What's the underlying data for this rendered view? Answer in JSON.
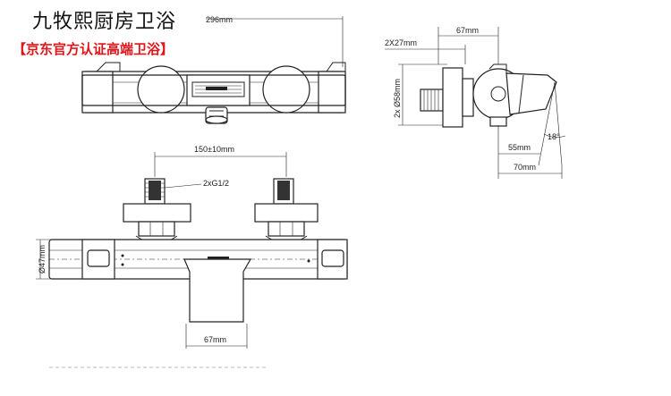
{
  "header": {
    "store_name": "九牧熙厨房卫浴",
    "store_badge": "【京东官方认证高端卫浴】"
  },
  "dimensions": {
    "overall_length": "296mm",
    "outlet_width_side": "67mm",
    "inlet_thread_side": "2X27mm",
    "diameter_side": "2x Ø58mm",
    "handle_depth": "55mm",
    "total_depth": "70mm",
    "handle_angle": "18°",
    "center_distance": "150±10mm",
    "inlet_thread_front": "2xG1/2",
    "body_diameter": "Ø47mm",
    "outlet_width_front": "67mm"
  }
}
